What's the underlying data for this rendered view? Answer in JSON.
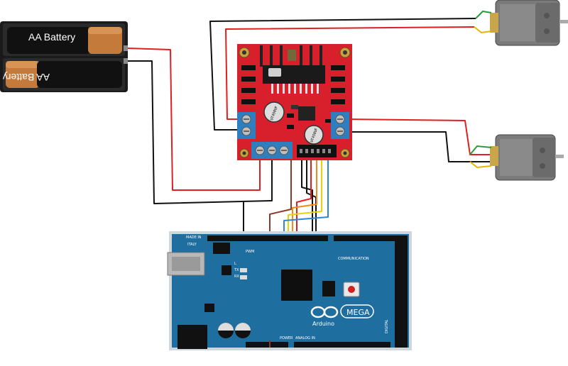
{
  "battery": {
    "cell_top_label": "AA Battery",
    "cell_bottom_label": "AA Battery"
  },
  "driver_board": {
    "cap_left_text": "UT450UF",
    "cap_right_text": "UT450UF"
  },
  "arduino": {
    "made_in_line1": "MADE IN",
    "made_in_line2": "ITALY",
    "pwm_label": "PWM",
    "comm_label": "COMMUNICATION",
    "power_label": "POWER",
    "analog_label": "ANALOG IN",
    "digital_label": "DIGITAL",
    "brand": "Arduino",
    "model": "MEGA",
    "tx_label": "TX",
    "rx_label": "RX",
    "l_label": "L"
  },
  "colors": {
    "wire_red": "#e02020",
    "wire_black": "#111111",
    "wire_orange": "#f08a1c",
    "wire_yellow": "#e8d20a",
    "wire_blue": "#2b86d6",
    "wire_brown": "#8b3a2a",
    "board_red": "#d8202c",
    "arduino_blue": "#1f6ea0",
    "terminal_blue": "#2e7fc0"
  }
}
